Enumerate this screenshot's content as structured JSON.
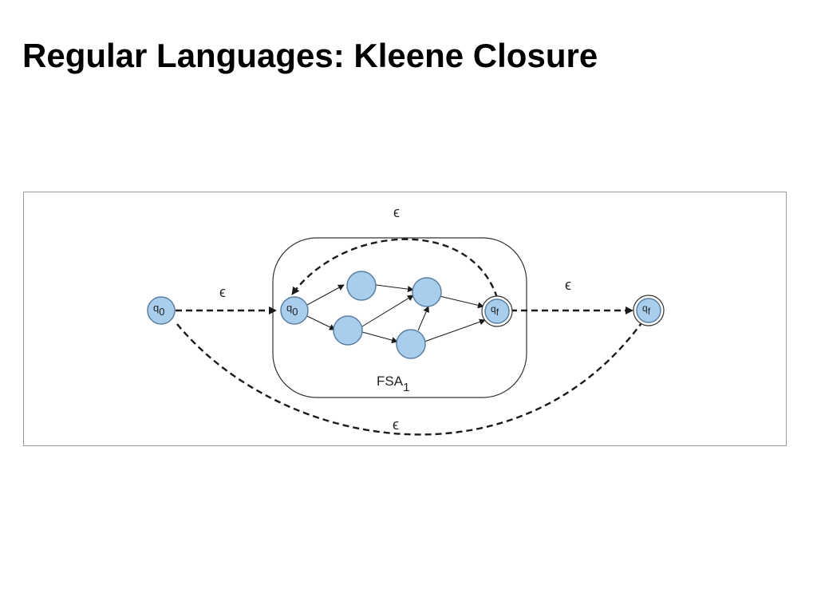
{
  "slide": {
    "title": "Regular Languages: Kleene Closure"
  },
  "diagram": {
    "fsa_name": "FSA",
    "fsa_subscript": "1",
    "states": {
      "new_start": {
        "name": "q",
        "sub": "0"
      },
      "inner_start": {
        "name": "q",
        "sub": "0"
      },
      "inner_final": {
        "name": "q",
        "sub": "f"
      },
      "new_final": {
        "name": "q",
        "sub": "f"
      }
    },
    "epsilon_symbol": "ϵ",
    "colors": {
      "state_fill": "#a9cdec",
      "state_stroke": "#5a7fa0",
      "edge": "#1a1a1a",
      "frame": "#9a9a9a"
    }
  }
}
